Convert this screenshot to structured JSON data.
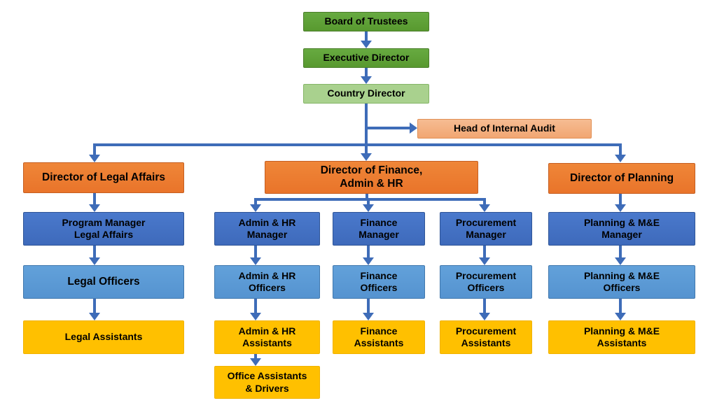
{
  "colors": {
    "green": "#5FA33C",
    "light_green": "#A9D18E",
    "salmon": "#F4B183",
    "orange": "#ED7D31",
    "dark_blue": "#4472C4",
    "medium_blue": "#5B9BD5",
    "yellow": "#FFC000",
    "connector": "#3E6CB8",
    "text": "#000000",
    "background": "#FFFFFF"
  },
  "nodes": {
    "board_of_trustees": "Board of Trustees",
    "executive_director": "Executive Director",
    "country_director": "Country Director",
    "head_of_internal_audit": "Head of Internal Audit",
    "director_legal_affairs": "Director of Legal Affairs",
    "director_finance_admin_hr": "Director of Finance,\nAdmin & HR",
    "director_planning": "Director of Planning",
    "program_manager_legal_affairs": "Program Manager\nLegal Affairs",
    "admin_hr_manager": "Admin & HR\nManager",
    "finance_manager": "Finance\nManager",
    "procurement_manager": "Procurement\nManager",
    "planning_me_manager": "Planning & M&E\nManager",
    "legal_officers": "Legal Officers",
    "admin_hr_officers": "Admin & HR\nOfficers",
    "finance_officers": "Finance\nOfficers",
    "procurement_officers": "Procurement\nOfficers",
    "planning_me_officers": "Planning & M&E\nOfficers",
    "legal_assistants": "Legal Assistants",
    "admin_hr_assistants": "Admin & HR\nAssistants",
    "finance_assistants": "Finance\nAssistants",
    "procurement_assistants": "Procurement\nAssistants",
    "planning_me_assistants": "Planning & M&E\nAssistants",
    "office_assistants_drivers": "Office Assistants\n& Drivers"
  },
  "edges": [
    [
      "board_of_trustees",
      "executive_director"
    ],
    [
      "executive_director",
      "country_director"
    ],
    [
      "country_director",
      "head_of_internal_audit"
    ],
    [
      "country_director",
      "director_legal_affairs"
    ],
    [
      "country_director",
      "director_finance_admin_hr"
    ],
    [
      "country_director",
      "director_planning"
    ],
    [
      "director_legal_affairs",
      "program_manager_legal_affairs"
    ],
    [
      "program_manager_legal_affairs",
      "legal_officers"
    ],
    [
      "legal_officers",
      "legal_assistants"
    ],
    [
      "director_finance_admin_hr",
      "admin_hr_manager"
    ],
    [
      "director_finance_admin_hr",
      "finance_manager"
    ],
    [
      "director_finance_admin_hr",
      "procurement_manager"
    ],
    [
      "admin_hr_manager",
      "admin_hr_officers"
    ],
    [
      "admin_hr_officers",
      "admin_hr_assistants"
    ],
    [
      "admin_hr_assistants",
      "office_assistants_drivers"
    ],
    [
      "finance_manager",
      "finance_officers"
    ],
    [
      "finance_officers",
      "finance_assistants"
    ],
    [
      "procurement_manager",
      "procurement_officers"
    ],
    [
      "procurement_officers",
      "procurement_assistants"
    ],
    [
      "director_planning",
      "planning_me_manager"
    ],
    [
      "planning_me_manager",
      "planning_me_officers"
    ],
    [
      "planning_me_officers",
      "planning_me_assistants"
    ]
  ]
}
